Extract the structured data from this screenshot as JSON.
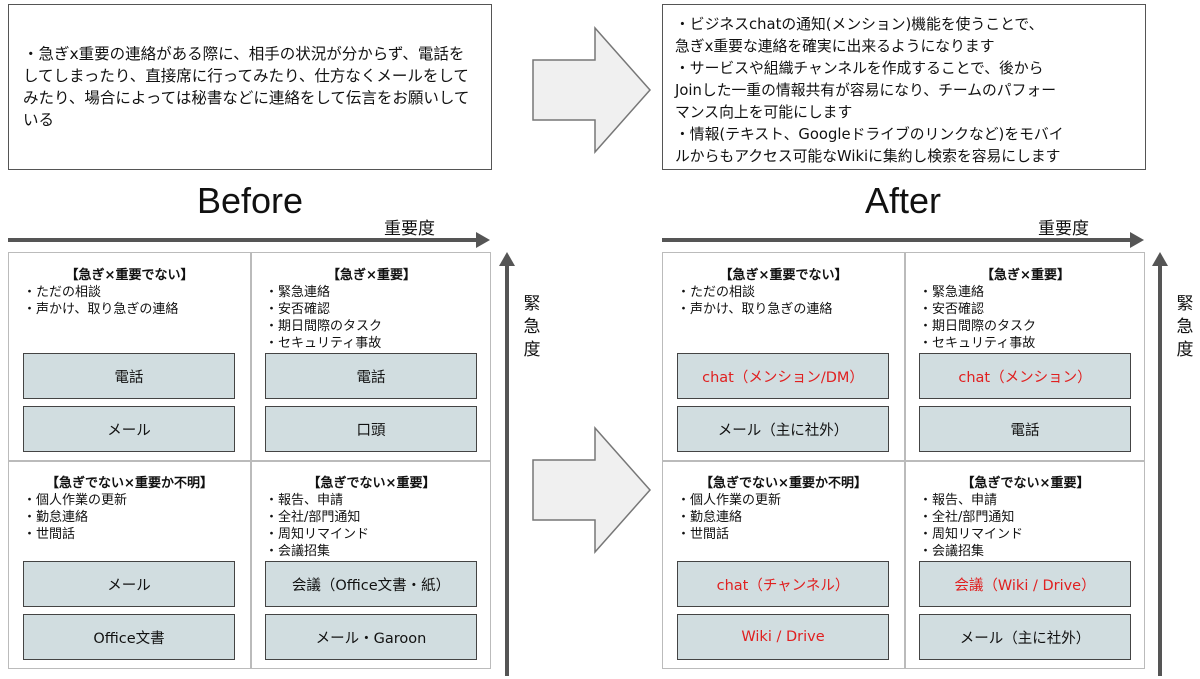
{
  "before": {
    "heading": "Before",
    "summary": "・急ぎx重要の連絡がある際に、相手の状況が分からず、電話をしてしまったり、直接席に行ってみたり、仕方なくメールをしてみたり、場合によっては秘書などに連絡をして伝言をお願いしている",
    "axis_importance": "重要度",
    "axis_urgency": "緊\n急\n度",
    "quadrants": {
      "urgent_unclear": {
        "title": "【急ぎ×重要でない】",
        "items": [
          "・ただの相談",
          "・声かけ、取り急ぎの連絡"
        ],
        "tools": [
          "電話",
          "メール"
        ]
      },
      "urgent_important": {
        "title": "【急ぎ×重要】",
        "items": [
          "・緊急連絡",
          "・安否確認",
          "・期日間際のタスク",
          "・セキュリティ事故"
        ],
        "tools": [
          "電話",
          "口頭"
        ]
      },
      "not_urgent_unclear": {
        "title": "【急ぎでない×重要か不明】",
        "items": [
          "・個人作業の更新",
          "・勤怠連絡",
          "・世間話"
        ],
        "tools": [
          "メール",
          "Office文書"
        ]
      },
      "not_urgent_important": {
        "title": "【急ぎでない×重要】",
        "items": [
          "・報告、申請",
          "・全社/部門通知",
          "・周知リマインド",
          "・会議招集"
        ],
        "tools": [
          "会議（Office文書・紙）",
          "メール・Garoon"
        ]
      }
    }
  },
  "after": {
    "heading": "After",
    "summary": "・ビジネスchatの通知(メンション)機能を使うことで、\n急ぎx重要な連絡を確実に出来るようになります\n・サービスや組織チャンネルを作成することで、後から\nJoinした一重の情報共有が容易になり、チームのパフォー\nマンス向上を可能にします\n・情報(テキスト、Googleドライブのリンクなど)をモバイ\nルからもアクセス可能なWikiに集約し検索を容易にします",
    "axis_importance": "重要度",
    "axis_urgency": "緊\n急\n度",
    "quadrants": {
      "urgent_unclear": {
        "title": "【急ぎ×重要でない】",
        "items": [
          "・ただの相談",
          "・声かけ、取り急ぎの連絡"
        ],
        "tools": [
          "chat（メンション/DM）",
          "メール（主に社外）"
        ]
      },
      "urgent_important": {
        "title": "【急ぎ×重要】",
        "items": [
          "・緊急連絡",
          "・安否確認",
          "・期日間際のタスク",
          "・セキュリティ事故"
        ],
        "tools": [
          "chat（メンション）",
          "電話"
        ]
      },
      "not_urgent_unclear": {
        "title": "【急ぎでない×重要か不明】",
        "items": [
          "・個人作業の更新",
          "・勤怠連絡",
          "・世間話"
        ],
        "tools": [
          "chat（チャンネル）",
          "Wiki / Drive"
        ]
      },
      "not_urgent_important": {
        "title": "【急ぎでない×重要】",
        "items": [
          "・報告、申請",
          "・全社/部門通知",
          "・周知リマインド",
          "・会議招集"
        ],
        "tools": [
          "会議（Wiki / Drive）",
          "メール（主に社外）"
        ]
      }
    }
  },
  "colors": {
    "tool_fill": "#d1dde0",
    "highlight_text": "#e02020",
    "arrow": "#555555",
    "big_arrow_fill": "#f0f0f0"
  }
}
